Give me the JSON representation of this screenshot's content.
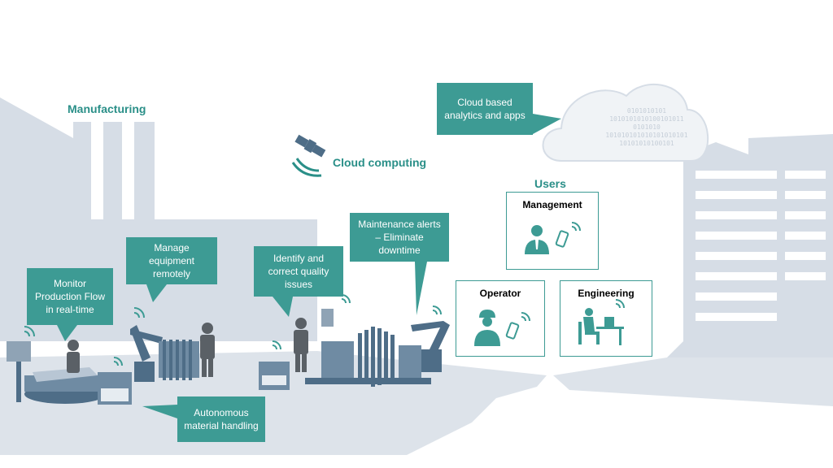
{
  "colors": {
    "accent": "#3d9b94",
    "heading": "#2a8f88",
    "silhouette": "#d6dde6",
    "machine": "#4e6d87"
  },
  "labels": {
    "manufacturing": "Manufacturing",
    "cloud_computing": "Cloud computing",
    "users": "Users"
  },
  "callouts": {
    "monitor": "Monitor Production Flow in real-time",
    "manage": "Manage equipment remotely",
    "quality": "Identify and correct quality issues",
    "maintenance": "Maintenance alerts – Eliminate downtime",
    "autonomous": "Autonomous material handling",
    "cloud": "Cloud based analytics and apps"
  },
  "users": {
    "management": "Management",
    "operator": "Operator",
    "engineering": "Engineering"
  },
  "binary_lines": [
    "0101010101",
    "1010101010100101011",
    "0101010",
    "101010101010101010101",
    "10101010100101"
  ],
  "icons": [
    "satellite-icon",
    "cloud-icon",
    "businessman-icon",
    "smartphone-icon",
    "worker-icon",
    "engineer-desk-icon",
    "wifi-icon",
    "robot-arm-icon"
  ]
}
